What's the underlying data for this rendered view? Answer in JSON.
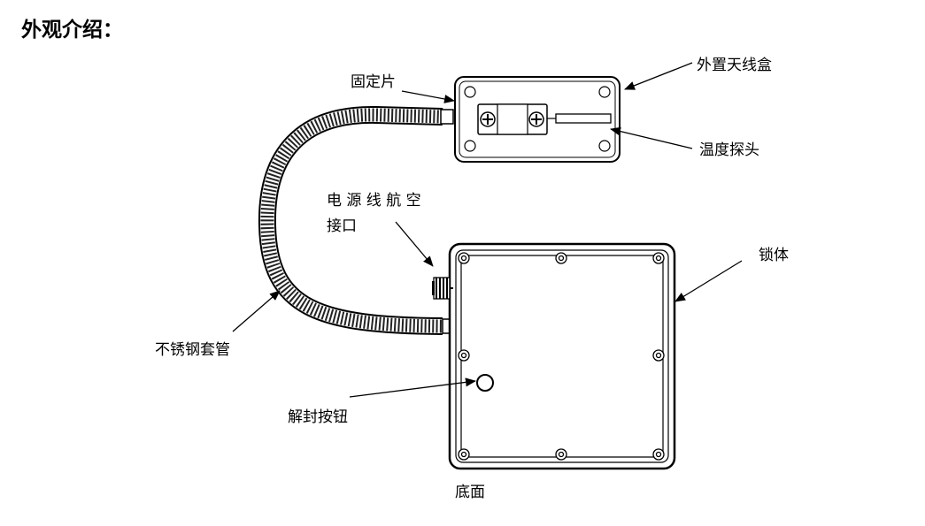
{
  "heading": "外观介绍：",
  "labels": {
    "fixing_piece": "固定片",
    "antenna_box": "外置天线盒",
    "temp_probe": "温度探头",
    "power_connector_line1": "电 源 线 航 空",
    "power_connector_line2": "接口",
    "lock_body": "锁体",
    "steel_hose": "不锈钢套管",
    "unseal_button": "解封按钮",
    "bottom_view": "底面"
  }
}
